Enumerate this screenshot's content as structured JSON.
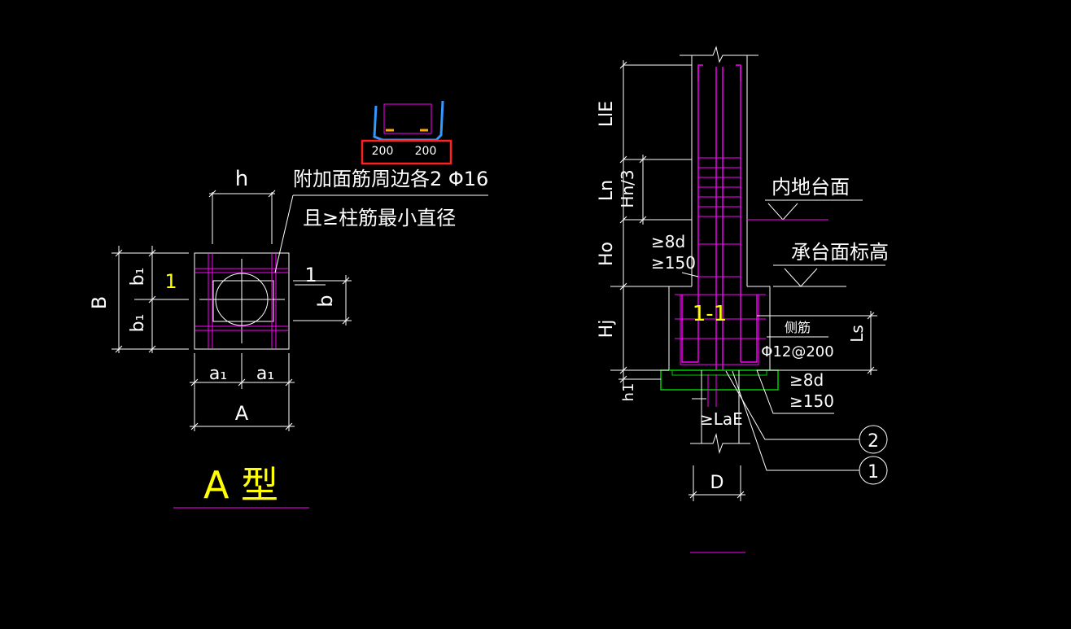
{
  "colors": {
    "background": "#000000",
    "lines": "#ffffff",
    "rebar": "#ff00ff",
    "title_text": "#ffff00",
    "highlight_box": "#ff2020",
    "markup_stroke": "#3399ff",
    "hatch_marks": "#ffaa00",
    "foundation_pad": "#00cc00"
  },
  "plan_view": {
    "dim_h": "h",
    "dim_B": "B",
    "dim_b1_top": "b₁",
    "dim_b1_bottom": "b₁",
    "section_mark_left": "1",
    "section_mark_right": "1",
    "dim_b": "b",
    "dim_a1_left": "a₁",
    "dim_a1_right": "a₁",
    "dim_A": "A",
    "note_line1": "附加面筋周边各2 Φ16",
    "note_line2": "且≥柱筋最小直径",
    "title": "A  型"
  },
  "detail_inset": {
    "spacing_left": "200",
    "spacing_right": "200"
  },
  "section_view": {
    "dim_LlE": "LlE",
    "dim_Ln": "Ln",
    "dim_Hn3": "Hn/3",
    "dim_Ho": "Ho",
    "dim_Hj": "Hj",
    "dim_h1": "h1",
    "note_8d_top": "≥8d",
    "note_150_top": "≥150",
    "label_floor": "内地台面",
    "label_cap_elev": "承台面标高",
    "section_label": "1-1",
    "side_bar_label": "侧筋",
    "side_bar_spec": "Φ12@200",
    "dim_Ls": "Ls",
    "note_8d_bottom": "≥8d",
    "note_150_bottom": "≥150",
    "note_LaE": "≥LaE",
    "callout_2": "2",
    "callout_1": "1",
    "dim_D": "D"
  }
}
